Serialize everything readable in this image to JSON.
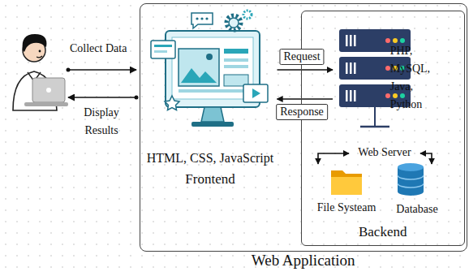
{
  "diagram": {
    "nodes": [
      {
        "text": [
          "Web Application"
        ]
      },
      {
        "text": [
          "HTML, CSS, JavaScript",
          "Frontend"
        ],
        "in": 0
      },
      {
        "text": [
          "Backend"
        ],
        "in": 0
      },
      {
        "text": [
          "PHP, MySQL, Java, Python"
        ],
        "in": 2
      },
      {
        "text": [
          "Web Server"
        ],
        "in": 2
      },
      {
        "text": [
          "File Systeam"
        ],
        "in": 2
      },
      {
        "text": [
          "Database"
        ],
        "in": 2
      }
    ],
    "edges": [
      {
        "from": 1,
        "to": 3,
        "label": "Request",
        "arrow": "to"
      },
      {
        "from": 3,
        "to": 1,
        "label": "Response",
        "arrow": "to"
      },
      {
        "from": 4,
        "to": 5,
        "arrow": "both"
      },
      {
        "from": 4,
        "to": 6,
        "arrow": "both"
      }
    ],
    "labels": [
      "Collect Data",
      "Display Results"
    ]
  }
}
